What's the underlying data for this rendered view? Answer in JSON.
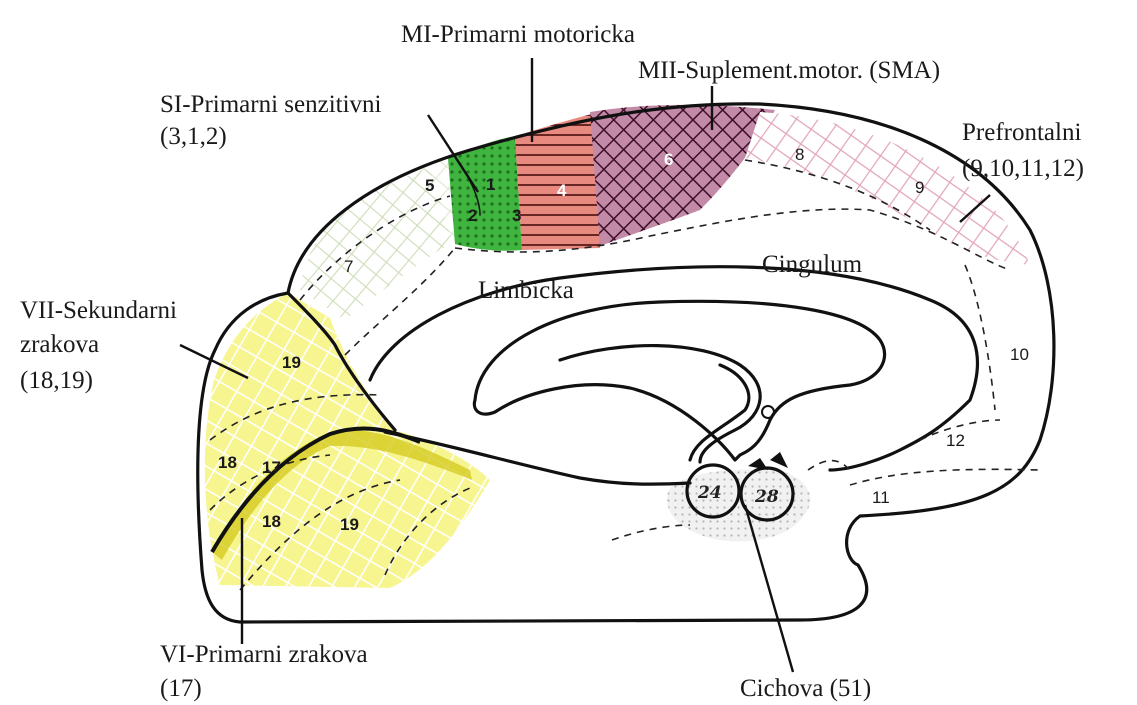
{
  "labels": {
    "mi": "MI-Primarni motoricka",
    "mii": "MII-Suplement.motor. (SMA)",
    "si_line1": "SI-Primarni senzitivni",
    "si_line2": "(3,1,2)",
    "prefrontal_line1": "Prefrontalni",
    "prefrontal_line2": "(9,10,11,12)",
    "cingulum": "Cingulum",
    "limbicka": "Limbicka",
    "vii_line1": "VII-Sekundarni",
    "vii_line2": "zrakova",
    "vii_line3": "(18,19)",
    "vi_line1": "VI-Primarni zrakova",
    "vi_line2": "(17)",
    "cichova": "Cichova (51)"
  },
  "area_numbers": {
    "a1": "1",
    "a2": "2",
    "a3": "3",
    "a4": "4",
    "a5": "5",
    "a6": "6",
    "a7": "7",
    "a8": "8",
    "a9": "9",
    "a10": "10",
    "a11": "11",
    "a12": "12",
    "a17": "17",
    "a18_upper": "18",
    "a18_lower": "18",
    "a19_upper": "19",
    "a19_lower": "19",
    "a24": "24",
    "a28": "28"
  },
  "colors": {
    "sensory_green": "#3fb43f",
    "motor_red": "#e07070",
    "sma_purple": "#7a2a55",
    "prefrontal_pink": "#e6a8c0",
    "visual_yellow": "#f3ef6a",
    "association_green": "#c9dcb0"
  }
}
